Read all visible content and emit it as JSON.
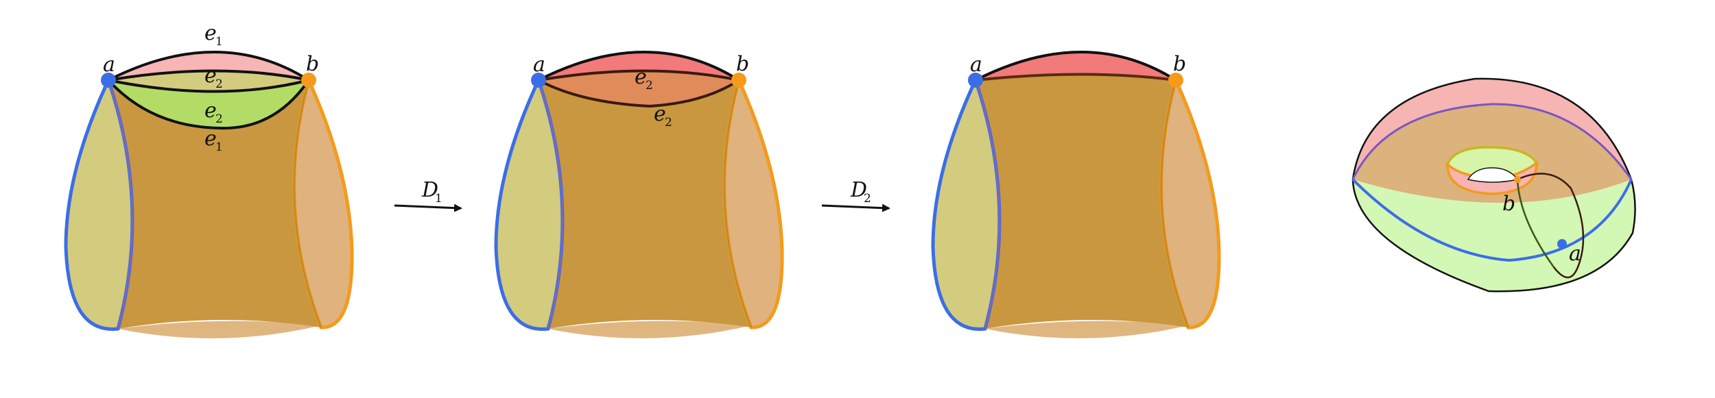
{
  "labels": {
    "vertex_a": "a",
    "vertex_b": "b",
    "edge_e": "e",
    "sub_1": "1",
    "sub_2": "2",
    "arrow_D": "D",
    "torus_a": "a",
    "torus_b": "b"
  },
  "colors": {
    "vertex_a": "#3b6ee6",
    "vertex_b": "#f59a1a",
    "pink": "#f7b5b5",
    "red": "#f27a7a",
    "olive": "#d3cb7e",
    "green": "#b3dc66",
    "body": "#c8973f",
    "right_petal": "#dfb27e",
    "bottom": "#e0b680",
    "torus_top": "#f6b4b3",
    "torus_bottom": "#d3f7b4",
    "torus_middle": "#dcb27d"
  }
}
